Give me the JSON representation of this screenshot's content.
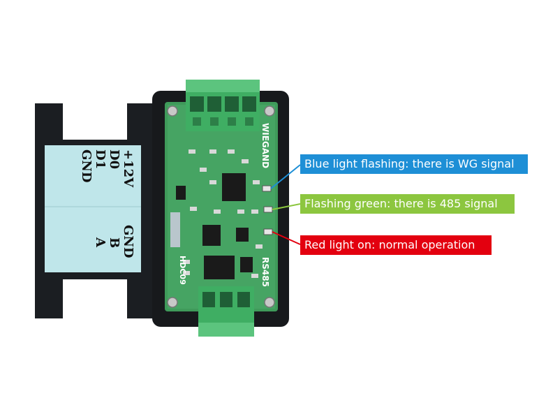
{
  "colors": {
    "blue_callout": "#1e8fd6",
    "green_callout": "#8cc63f",
    "red_callout": "#e3000f",
    "pcb": "#3f9a5a",
    "case": "#1b1e22",
    "label_paper": "#bfe6ea",
    "terminal": "#3fae63"
  },
  "label": {
    "line1": "+12V",
    "line2": "D0",
    "line3": "D1",
    "line4": "GND",
    "line5": "GND",
    "line6": "B",
    "line7": "A"
  },
  "pcb": {
    "wiegand": "WIEGAND",
    "rs485": "RS485",
    "model": "HDC09"
  },
  "callouts": {
    "blue": "Blue light flashing: there is WG signal",
    "green": "Flashing green: there is 485 signal",
    "red": "Red light on: normal operation"
  }
}
